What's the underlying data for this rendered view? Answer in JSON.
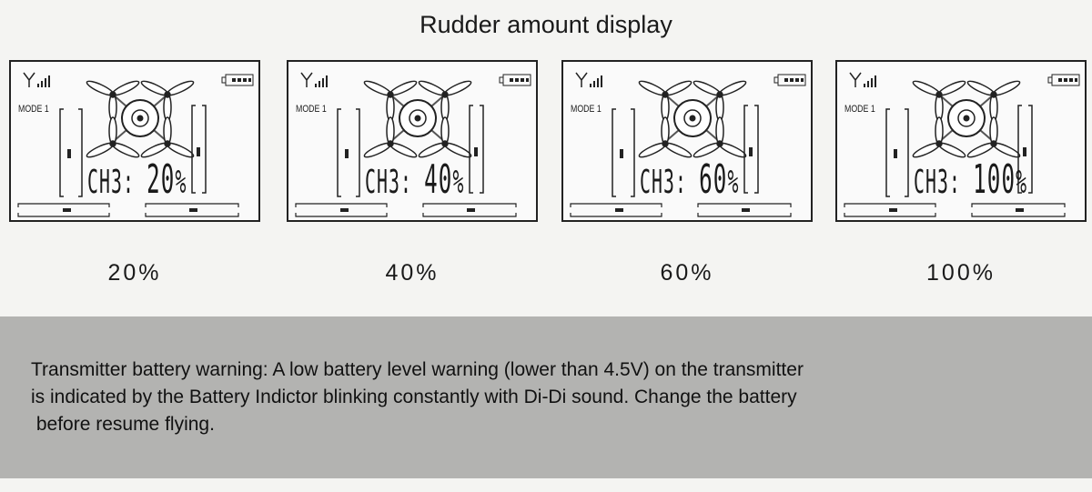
{
  "title": "Rudder amount display",
  "panels": [
    {
      "mode": "MODE 1",
      "channel": "CH3:",
      "value": "20",
      "unit": "%",
      "caption": "20%"
    },
    {
      "mode": "MODE 1",
      "channel": "CH3:",
      "value": "40",
      "unit": "%",
      "caption": "40%"
    },
    {
      "mode": "MODE 1",
      "channel": "CH3:",
      "value": "60",
      "unit": "%",
      "caption": "60%"
    },
    {
      "mode": "MODE 1",
      "channel": "CH3:",
      "value": "100",
      "unit": "%",
      "caption": "100%"
    }
  ],
  "warning": {
    "lines": [
      "Transmitter battery warning: A low battery level warning (lower than 4.5V) on the transmitter",
      "is indicated by the Battery Indictor blinking constantly with Di-Di sound. Change the battery",
      " before resume flying."
    ]
  }
}
